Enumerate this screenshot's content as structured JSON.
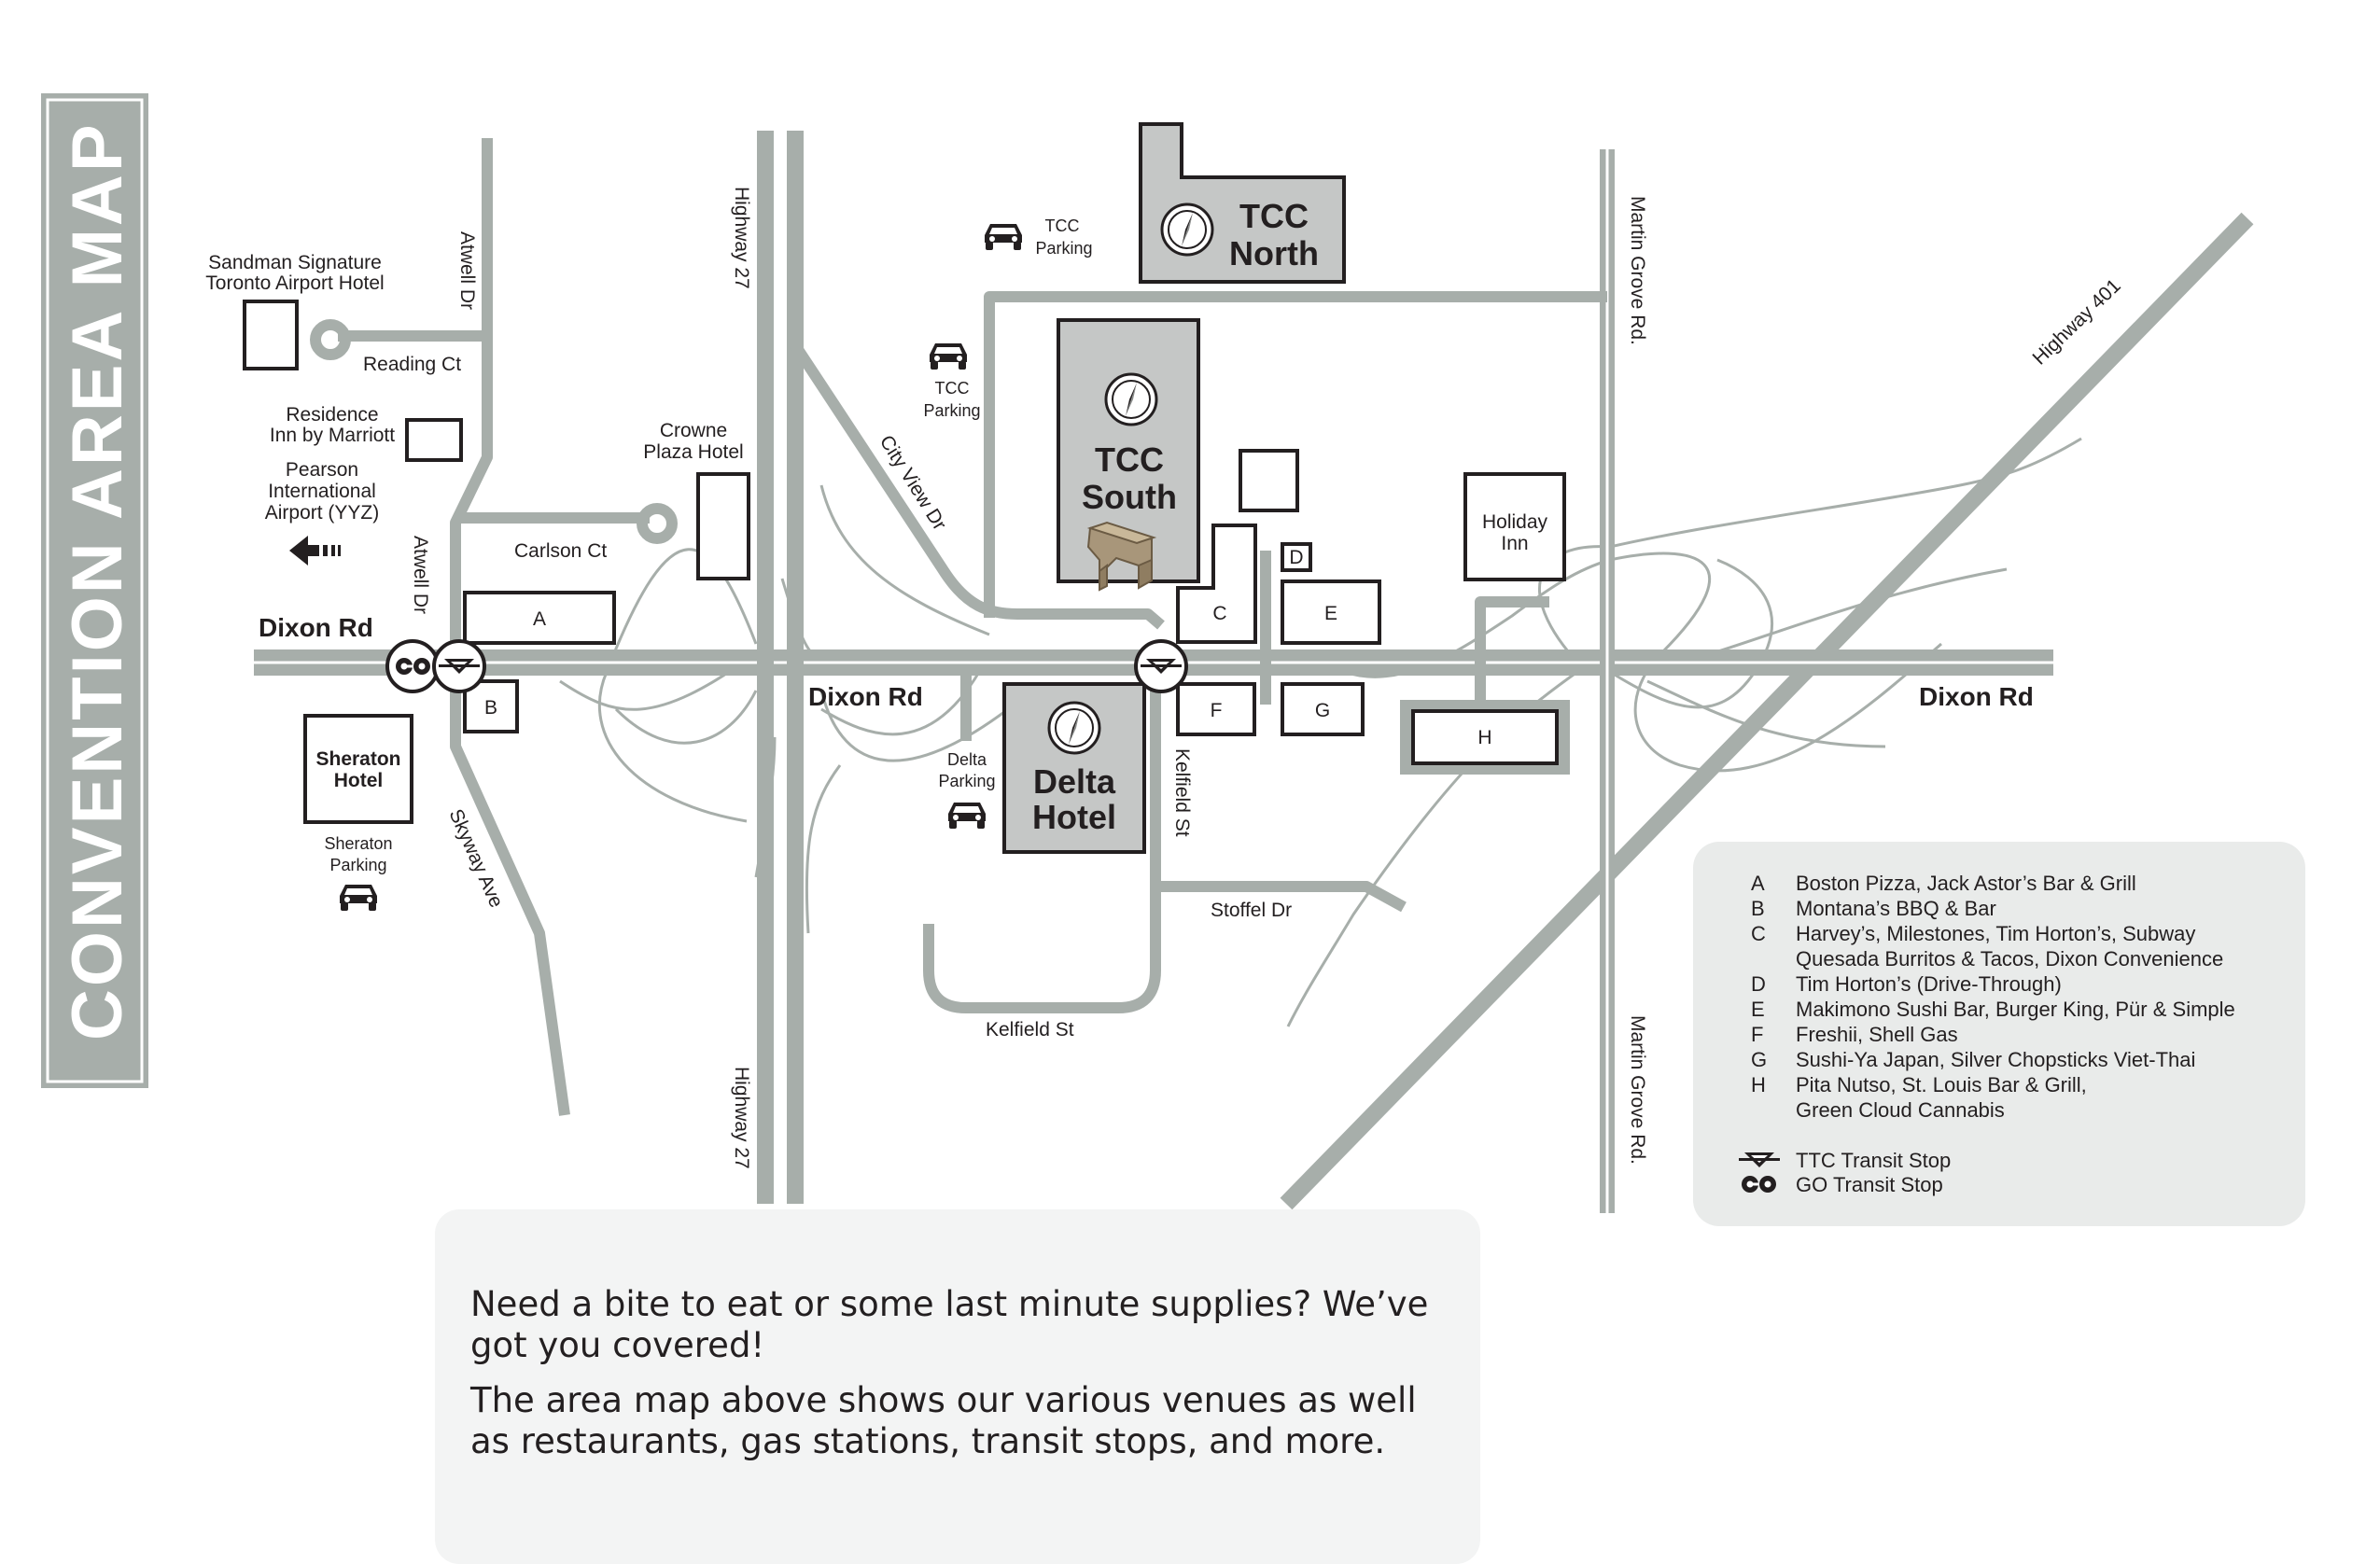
{
  "title": "CONVENTION AREA MAP",
  "roads": {
    "dixon_left": "Dixon Rd",
    "dixon_mid": "Dixon Rd",
    "dixon_right": "Dixon Rd",
    "atwell_top": "Atwell Dr",
    "atwell_mid": "Atwell Dr",
    "reading": "Reading Ct",
    "carlson": "Carlson Ct",
    "skyway": "Skyway Ave",
    "hwy27_top": "Highway 27",
    "hwy27_bottom": "Highway 27",
    "cityview": "City View Dr",
    "kelfield_vertical": "Kelfield St",
    "kelfield_bottom": "Kelfield St",
    "stoffel": "Stoffel Dr",
    "martin_top": "Martin Grove Rd.",
    "martin_bottom": "Martin Grove Rd.",
    "hwy401": "Highway 401"
  },
  "hotels": {
    "sandman": [
      "Sandman Signature",
      "Toronto Airport Hotel"
    ],
    "residence": [
      "Residence",
      "Inn by Marriott"
    ],
    "airport": [
      "Pearson",
      "International",
      "Airport (YYZ)"
    ],
    "crowne": [
      "Crowne",
      "Plaza Hotel"
    ],
    "sheraton": [
      "Sheraton",
      "Hotel"
    ],
    "holiday": [
      "Holiday",
      "Inn"
    ]
  },
  "parking": {
    "tcc_north": [
      "TCC",
      "Parking"
    ],
    "tcc_south": [
      "TCC",
      "Parking"
    ],
    "delta": [
      "Delta",
      "Parking"
    ],
    "sheraton": [
      "Sheraton",
      "Parking"
    ]
  },
  "venues": {
    "tcc_north": [
      "TCC",
      "North"
    ],
    "tcc_south": [
      "TCC",
      "South"
    ],
    "delta": [
      "Delta",
      "Hotel"
    ]
  },
  "blocks": {
    "a": "A",
    "b": "B",
    "c": "C",
    "d": "D",
    "e": "E",
    "f": "F",
    "g": "G",
    "h": "H"
  },
  "legend": {
    "items": [
      {
        "key": "A",
        "lines": [
          "Boston Pizza, Jack Astor’s Bar & Grill"
        ]
      },
      {
        "key": "B",
        "lines": [
          "Montana’s BBQ & Bar"
        ]
      },
      {
        "key": "C",
        "lines": [
          "Harvey’s, Milestones, Tim Horton’s, Subway",
          "Quesada Burritos & Tacos, Dixon Convenience"
        ]
      },
      {
        "key": "D",
        "lines": [
          "Tim Horton’s (Drive-Through)"
        ]
      },
      {
        "key": "E",
        "lines": [
          "Makimono Sushi Bar, Burger King, Pür & Simple"
        ]
      },
      {
        "key": "F",
        "lines": [
          "Freshii, Shell Gas"
        ]
      },
      {
        "key": "G",
        "lines": [
          "Sushi-Ya Japan, Silver Chopsticks Viet-Thai"
        ]
      },
      {
        "key": "H",
        "lines": [
          "Pita Nutso, St. Louis Bar & Grill,",
          "Green Cloud Cannabis"
        ]
      }
    ],
    "ttc": "TTC Transit Stop",
    "go": "GO Transit Stop"
  },
  "info": {
    "p1": "Need a bite to eat or some last minute supplies? We’ve got you covered!",
    "p2": "The area map above shows our various venues as well as restaurants, gas stations, transit stops, and more."
  },
  "colors": {
    "road": "#a7aeaa",
    "venue_fill": "#c5c7c6",
    "panel": "#e9ebea",
    "title_band": "#a7aeaa"
  },
  "icons": [
    "car-icon",
    "compass-icon",
    "ttc-logo-icon",
    "go-logo-icon",
    "arrow-left-icon",
    "arch-sculpture-icon"
  ]
}
